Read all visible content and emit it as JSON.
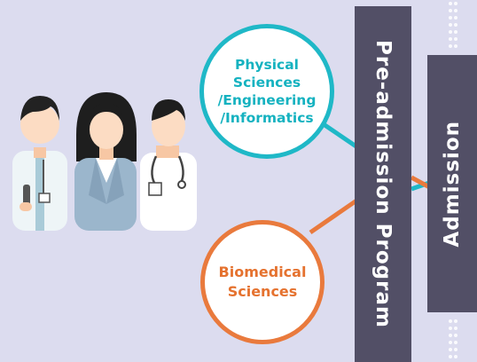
{
  "programs": {
    "physical": {
      "lines": [
        "Physical Sciences",
        "/Engineering",
        "/Informatics"
      ],
      "color": "#1fb8c7"
    },
    "biomedical": {
      "lines": [
        "Biomedical",
        "Sciences"
      ],
      "color": "#e97a3d"
    }
  },
  "stages": {
    "pre_admission": "Pre-admission Program",
    "admission": "Admission"
  },
  "colors": {
    "background": "#dcdcef",
    "bar": "#524f66"
  },
  "illustration": {
    "people": [
      "scientist-icon",
      "businesswoman-icon",
      "doctor-icon"
    ]
  }
}
